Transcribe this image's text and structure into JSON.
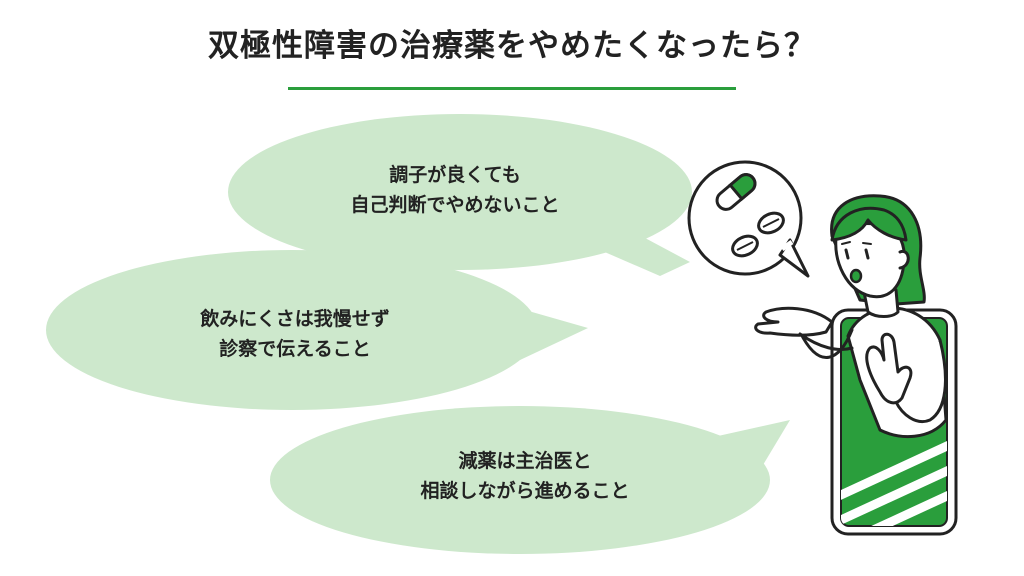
{
  "title": "双極性障害の治療薬をやめたくなったら？",
  "colors": {
    "accent": "#2a9e3c",
    "bubble": "#cde8cc",
    "ink": "#222222",
    "phone_green": "#2a9e3c"
  },
  "bubbles": [
    {
      "lines": [
        "調子が良くても",
        "自己判断でやめないこと"
      ]
    },
    {
      "lines": [
        "飲みにくさは我慢せず",
        "診察で伝えること"
      ]
    },
    {
      "lines": [
        "減薬は主治医と",
        "相談しながら進めること"
      ]
    }
  ],
  "illustration": {
    "icons": [
      "capsule-icon",
      "pill-icon",
      "person-icon",
      "smartphone-icon"
    ]
  }
}
